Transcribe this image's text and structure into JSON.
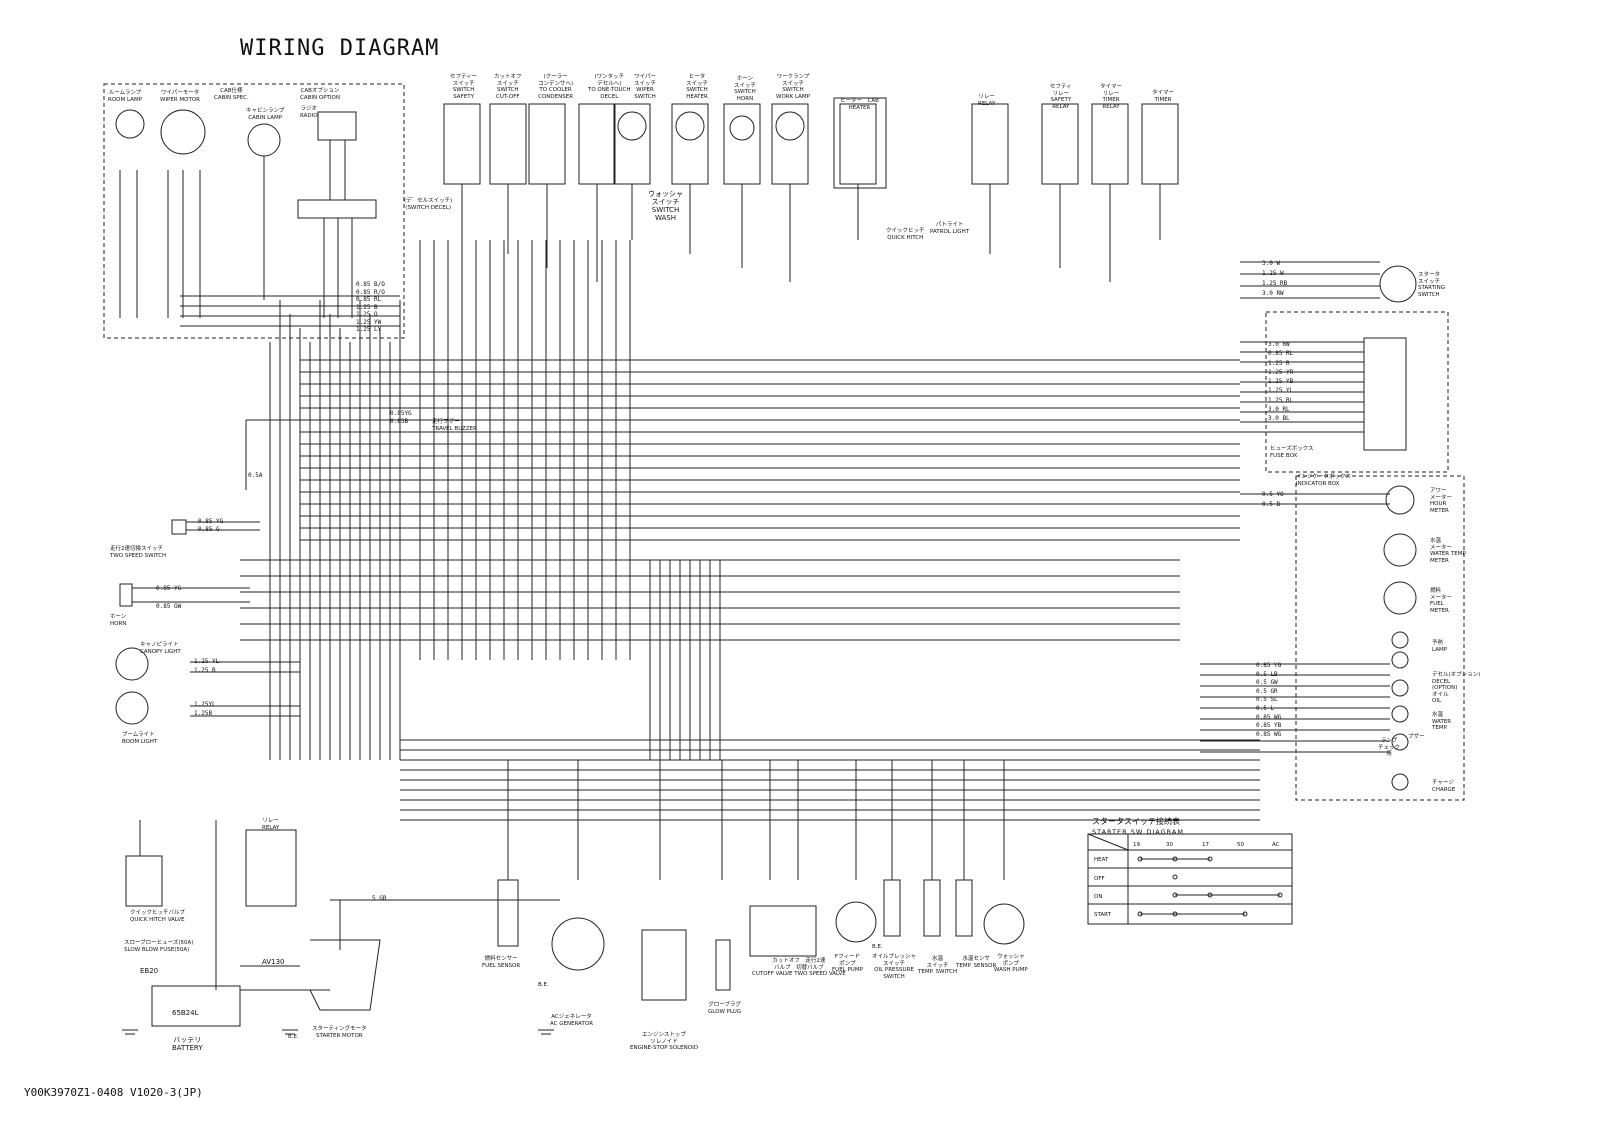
{
  "title": "WIRING DIAGRAM",
  "drawing_code": "Y00K3970Z1-0408 V1020-3(JP)",
  "cab_group": {
    "room_lamp": [
      "ルームランプ",
      "ROOM LAMP"
    ],
    "wiper_motor": [
      "ワイパーモータ",
      "WIPER MOTOR"
    ],
    "cabin_spec": [
      "CAB仕様",
      "CABIN SPEC."
    ],
    "cabin_lamp": [
      "キャビンランプ",
      "CABIN LAMP"
    ],
    "cabin_option": [
      "CABオプション",
      "CABIN OPTION"
    ],
    "radio": [
      "ラジオ",
      "RADIO"
    ]
  },
  "top_components": {
    "safety_switch": [
      "セフティー",
      "スイッチ",
      "SWITCH",
      "SAFETY"
    ],
    "cutoff_switch": [
      "カットオフ",
      "スイッチ",
      "SWITCH",
      "CUT-OFF"
    ],
    "cooler_condenser": [
      "(クーラー",
      "コンデンサへ)",
      "TO COOLER",
      "CONDENSER"
    ],
    "one_touch": [
      "(ワンタッチ",
      "デセルへ)",
      "TO ONE-TOUCH",
      "DECEL"
    ],
    "wiper_switch": [
      "ワイパー",
      "スイッチ",
      "WIPER",
      "SWITCH"
    ],
    "heater_switch": [
      "ヒータ",
      "スイッチ",
      "SWITCH",
      "HEATER"
    ],
    "horn_switch": [
      "ホーン",
      "スイッチ",
      "SWITCH",
      "HORN"
    ],
    "work_lamp_switch": [
      "ワークランプ",
      "スイッチ",
      "SWITCH",
      "WORK LAMP"
    ],
    "cab_heater": [
      "ヒーター　CAB",
      "HEATER"
    ],
    "relay": [
      "リレー",
      "RELAY"
    ],
    "safety_relay": [
      "セフティ",
      "リレー",
      "SAFETY",
      "RELAY"
    ],
    "timer_relay": [
      "タイマー",
      "リレー",
      "TIMER",
      "RELAY"
    ],
    "timer": [
      "タイマー",
      "TIMER"
    ],
    "switch_decel": [
      "(デ゛セルスイッチ)",
      "(SWITCH DECEL)"
    ],
    "washer_switch": [
      "ウォッシャ",
      "スイッチ",
      "SWITCH",
      "WASH"
    ],
    "quick_hitch": [
      "クイックヒッチ",
      "QUICK HITCH"
    ],
    "patrol_light": [
      "パトライト",
      "PATROL LIGHT"
    ]
  },
  "right_components": {
    "starting_switch": [
      "スタータ",
      "スイッチ",
      "STARTING",
      "SWITCH"
    ],
    "fuse_box": [
      "ヒューズボックス",
      "FUSE BOX"
    ],
    "indicator_box": [
      "インジケータボックス",
      "INDICATOR BOX"
    ],
    "hour_meter": [
      "アワー",
      "メーター",
      "HOUR",
      "METER"
    ],
    "water_temp_meter": [
      "水温",
      "メーター",
      "WATER TEMP",
      "METER"
    ],
    "fuel_meter": [
      "燃料",
      "メーター",
      "FUEL",
      "METER"
    ],
    "glow_lamp": [
      "予熱",
      "LAMP"
    ],
    "decel": [
      "デセル(オプション)",
      "DECEL",
      "(OPTION)",
      "オイル",
      "OIL"
    ],
    "water_temp": [
      "水温",
      "WATER",
      "TEMP."
    ],
    "charge": [
      "チャージ",
      "CHARGE"
    ],
    "buzzer": [
      "ブザー"
    ],
    "lamp_check": [
      "ランプ",
      "チェック",
      "用"
    ]
  },
  "left_components": {
    "travel_buzzer": [
      "走行ブザー",
      "TRAVEL BUZZER"
    ],
    "two_speed_switch": [
      "走行2速切換スイッチ",
      "TWO SPEED SWITCH"
    ],
    "horn": [
      "ホーン",
      "HORN"
    ],
    "canopy_light": [
      "キャノピライト",
      "CANOPY LIGHT"
    ],
    "boom_light": [
      "ブームライト",
      "BOOM LIGHT"
    ]
  },
  "bottom_components": {
    "relay": [
      "リレー",
      "RELAY"
    ],
    "quick_hitch_valve": [
      "クイックヒッチバルブ",
      "QUICK HITCH VALVE"
    ],
    "slow_blow_fuse": [
      "スローブローヒューズ(50A)",
      "SLOW BLOW FUSE(50A)"
    ],
    "battery": [
      "バッテリ",
      "BATTERY"
    ],
    "battery_model": "65B24L",
    "battery_ground": "EB20",
    "starter_motor": [
      "スターティングモータ",
      "STARTER MOTOR"
    ],
    "fuel_sensor": [
      "燃料センサー",
      "FUEL SENSOR"
    ],
    "ac_generator": [
      "ACジェネレータ",
      "AC GENERATOR"
    ],
    "engine_stop": [
      "エンジンストップ",
      "ソレノイド",
      "ENGINE-STOP SOLENOID"
    ],
    "glow_plug": [
      "グローブラグ",
      "GLOW PLUG"
    ],
    "cutoff_valve": [
      "カットオフ　走行2速",
      "バルブ　切替バルブ",
      "CUTOFF VALVE TWO SPEED VALVE"
    ],
    "fuel_pump": [
      "Fフィード",
      "ポンプ",
      "FUEL PUMP"
    ],
    "oil_pressure": [
      "オイルプレッシャ",
      "スイッチ",
      "OIL PRESSURE",
      "SWITCH"
    ],
    "temp_switch": [
      "水温",
      "スイッチ",
      "TEMP. SWITCH"
    ],
    "temp_sensor": [
      "水温センサ",
      "TEMP. SENSOR"
    ],
    "wash_pump": [
      "ウォッシャ",
      "ポンプ",
      "WASH PUMP"
    ],
    "av130": "AV130",
    "be_label": "B.E."
  },
  "wire_labels": {
    "cab_harness": [
      "0.85 B/O",
      "0.85 R/O",
      "0.85 RL",
      "1.25 B",
      "1.25 O",
      "1.25 YW",
      "1.25 LY"
    ],
    "travel_buzzer_wires": [
      "0.85YG",
      "0.85B"
    ],
    "two_speed_wires": [
      "0.85 YG",
      "0.85 G"
    ],
    "horn_wires": [
      "0.85 YG",
      "0.85 GW"
    ],
    "canopy_wires": [
      "1.25 YL",
      "1.25 B"
    ],
    "boom_wires": [
      "1.25YL",
      "1.25B"
    ],
    "starter_wires": [
      "3.0 W",
      "1.25 W",
      "1.25 RB",
      "3.0 RW"
    ],
    "fuse_wires": [
      "3.0 RW",
      "0.85 RL",
      "1.25 R",
      "1.25 YR",
      "1.25 YB",
      "1.25 YL",
      "1.25 RL",
      "3.0 RL",
      "3.0 BL"
    ],
    "indicator_wires": [
      "0.5 YO",
      "0.5 B"
    ],
    "lower_indicator_wires": [
      "0.85 YG",
      "0.5 LB",
      "0.5 GW",
      "0.5 GR",
      "0.5 SL",
      "0.5 L",
      "0.85 WG",
      "0.85 YB",
      "0.85 WG"
    ],
    "gen_wire": "5 GR",
    "ground": "0.5A"
  },
  "starter_table": {
    "title": [
      "スタータスイッチ接続表",
      "STARTER SW DIAGRAM"
    ],
    "columns": [
      "19",
      "30",
      "17",
      "50",
      "AC"
    ],
    "rows": [
      "HEAT",
      "OFF",
      "ON",
      "START"
    ]
  }
}
